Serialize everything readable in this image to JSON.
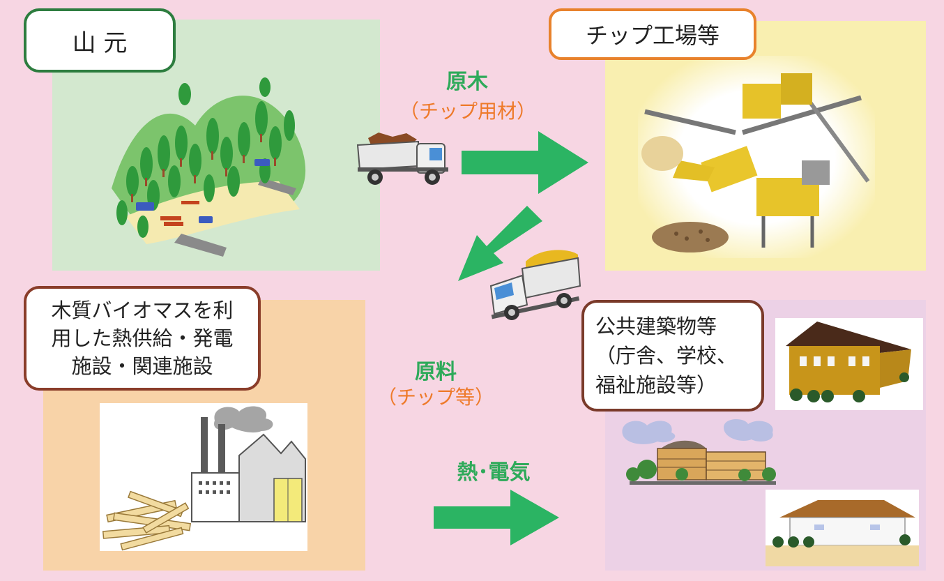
{
  "nodes": {
    "forest": {
      "label": "山 元"
    },
    "chip_factory": {
      "label": "チップ工場等"
    },
    "biomass_facility": {
      "label_lines": [
        "木質バイオマスを利",
        "用した熱供給・発電",
        "施設・関連施設"
      ]
    },
    "public_buildings": {
      "label_lines": [
        "公共建築物等",
        "（庁舎、学校、",
        "福祉施設等）"
      ]
    }
  },
  "flows": {
    "raw_wood": {
      "title": "原木",
      "subtitle": "（チップ用材）"
    },
    "raw_material": {
      "title": "原料",
      "subtitle": "（チップ等）"
    },
    "heat_power": {
      "title": "熱･電気"
    }
  },
  "colors": {
    "background": "#f7d6e3",
    "forest_panel": "#d3e8cf",
    "factory_panel": "#f9efb0",
    "facility_panel": "#f8d3a8",
    "buildings_panel": "#ecd1e6",
    "arrow_green": "#2bb463",
    "flow_title_green": "#2eaa5a",
    "flow_subtitle_orange": "#ee7a2a",
    "border_green": "#2d7d3f",
    "border_orange": "#e8822c",
    "border_brown": "#8a3d2a",
    "border_darkbrown": "#7a3a2a"
  }
}
